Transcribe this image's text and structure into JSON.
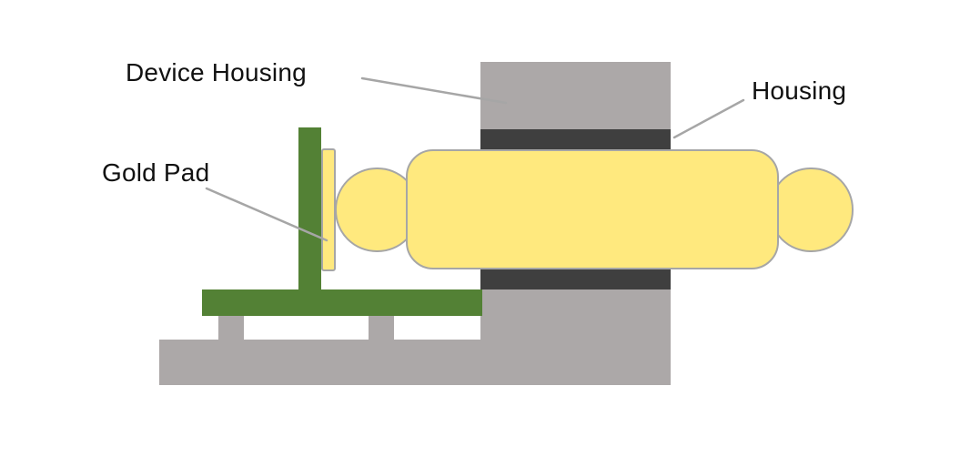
{
  "labels": {
    "device_housing": "Device Housing",
    "housing": "Housing",
    "gold_pad": "Gold Pad"
  },
  "icons": {
    "leader_lines": "callout-leader-line"
  },
  "colors": {
    "gray": "#ACA8A8",
    "dark-band": "#3F3F3F",
    "yellow": "#FFE97E",
    "shape-stroke": "#A6A6A6",
    "green": "#538135",
    "leader-line": "#A6A6A6",
    "label-text": "#111111",
    "background": "#FFFFFF"
  }
}
